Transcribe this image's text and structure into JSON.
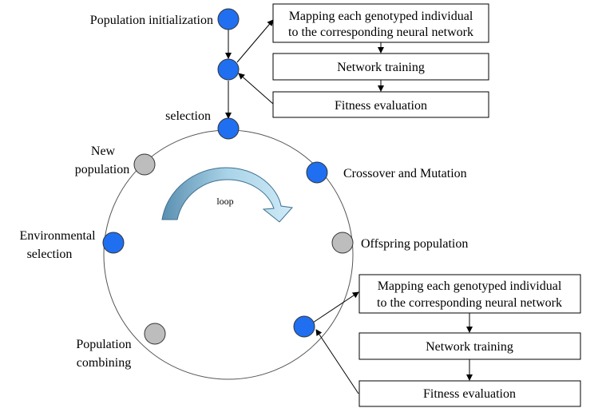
{
  "colors": {
    "active_node": "#1f6ff0",
    "inactive_node": "#bdbdbd",
    "loop_dark": "#5a8fb0",
    "loop_light": "#cfeaf7"
  },
  "labels": {
    "population_initialization": "Population initialization",
    "selection": "selection",
    "new_population_1": "New",
    "new_population_2": "population",
    "crossover_mutation": "Crossover and Mutation",
    "environmental_selection_1": "Environmental",
    "environmental_selection_2": "selection",
    "offspring_population": "Offspring population",
    "population_combining_1": "Population",
    "population_combining_2": "combining",
    "loop": "loop"
  },
  "top_boxes": {
    "mapping_line1": "Mapping each genotyped individual",
    "mapping_line2": "to the corresponding neural network",
    "training": "Network training",
    "fitness": "Fitness evaluation"
  },
  "bottom_boxes": {
    "mapping_line1": "Mapping each genotyped individual",
    "mapping_line2": "to the corresponding neural network",
    "training": "Network training",
    "fitness": "Fitness evaluation"
  }
}
